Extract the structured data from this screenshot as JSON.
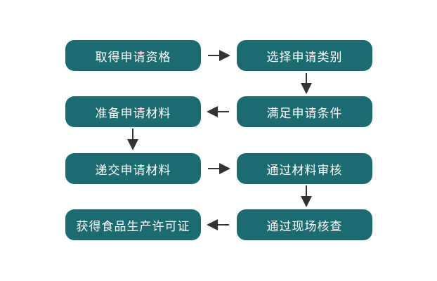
{
  "steps": [
    "取得申请资格",
    "选择申请类别",
    "满足申请条件",
    "准备申请材料",
    "递交申请材料",
    "通过材料审核",
    "通过现场核查",
    "获得食品生产许可证"
  ],
  "colors": {
    "box": "#1c6b70",
    "arrow": "#333333",
    "text": "#ffffff"
  }
}
